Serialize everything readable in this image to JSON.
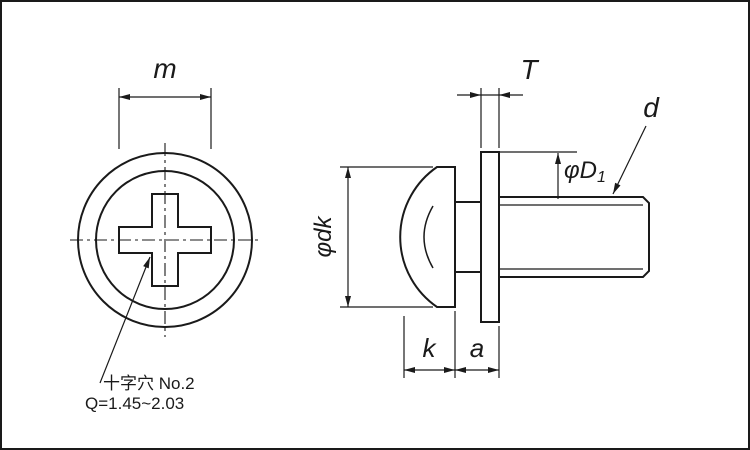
{
  "colors": {
    "line": "#1a1a1a",
    "background": "#ffffff"
  },
  "front_view": {
    "dim_m": "m",
    "note_line1": "十字穴 No.2",
    "note_line2": "Q=1.45~2.03"
  },
  "side_view": {
    "dim_T": "T",
    "dim_phi_d1_main": "φD",
    "dim_phi_d1_sub": "1",
    "dim_d": "d",
    "dim_phi_dk": "φdk",
    "dim_k": "k",
    "dim_a": "a"
  }
}
